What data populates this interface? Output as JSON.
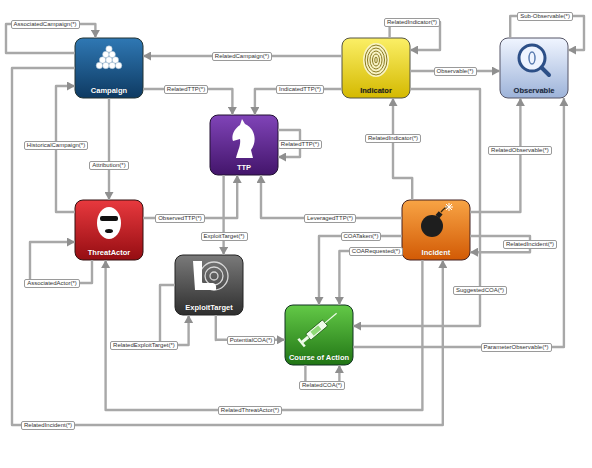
{
  "diagram": {
    "nodes": [
      {
        "text": [
          "Campaign"
        ]
      },
      {
        "text": [
          "Indicator"
        ]
      },
      {
        "text": [
          "Observable"
        ]
      },
      {
        "text": [
          "TTP"
        ]
      },
      {
        "text": [
          "ThreatActor"
        ]
      },
      {
        "text": [
          "Incident"
        ]
      },
      {
        "text": [
          "ExploitTarget"
        ]
      },
      {
        "text": [
          "Course of Action"
        ]
      }
    ],
    "edges": [
      {
        "from": 0,
        "to": 0,
        "label": "AssociatedCampaign(*)",
        "arrow": "to"
      },
      {
        "from": 1,
        "to": 0,
        "label": "RelatedCampaign(*)",
        "arrow": "to"
      },
      {
        "from": 1,
        "to": 1,
        "label": "RelatedIndicator(*)",
        "arrow": "to"
      },
      {
        "from": 1,
        "to": 2,
        "label": "Observable(*)",
        "arrow": "to"
      },
      {
        "from": 2,
        "to": 2,
        "label": "Sub-Observable(*)",
        "arrow": "to"
      },
      {
        "from": 0,
        "to": 3,
        "label": "RelatedTTP(*)",
        "arrow": "to"
      },
      {
        "from": 1,
        "to": 3,
        "label": "IndicatedTTP(*)",
        "arrow": "to"
      },
      {
        "from": 3,
        "to": 3,
        "label": "RelatedTTP(*)",
        "arrow": "to"
      },
      {
        "from": 0,
        "to": 4,
        "label": "Attribution(*)",
        "arrow": "to"
      },
      {
        "from": 4,
        "to": 0,
        "label": "HistoricalCampaign(*)",
        "arrow": "to"
      },
      {
        "from": 4,
        "to": 4,
        "label": "AssociatedActor(*)",
        "arrow": "to"
      },
      {
        "from": 4,
        "to": 3,
        "label": "ObservedTTP(*)",
        "arrow": "to"
      },
      {
        "from": 5,
        "to": 1,
        "label": "RelatedIndicator(*)",
        "arrow": "to"
      },
      {
        "from": 5,
        "to": 2,
        "label": "RelatedObservable(*)",
        "arrow": "to"
      },
      {
        "from": 5,
        "to": 5,
        "label": "RelatedIncident(*)",
        "arrow": "to"
      },
      {
        "from": 5,
        "to": 3,
        "label": "LeveragedTTP(*)",
        "arrow": "to"
      },
      {
        "from": 3,
        "to": 6,
        "label": "ExploitTarget(*)",
        "arrow": "to"
      },
      {
        "from": 5,
        "to": 7,
        "label": "COATaken(*)",
        "arrow": "to"
      },
      {
        "from": 5,
        "to": 7,
        "label": "COARequested(*)",
        "arrow": "to"
      },
      {
        "from": 6,
        "to": 6,
        "label": "RelatedExploitTarget(*)",
        "arrow": "to"
      },
      {
        "from": 6,
        "to": 7,
        "label": "PotentialCOA(*)",
        "arrow": "to"
      },
      {
        "from": 7,
        "to": 7,
        "label": "RelatedCOA(*)",
        "arrow": "to"
      },
      {
        "from": 1,
        "to": 7,
        "label": "SuggestedCOA(*)",
        "arrow": "to"
      },
      {
        "from": 7,
        "to": 2,
        "label": "ParameterObservable(*)",
        "arrow": "to"
      },
      {
        "from": 5,
        "to": 4,
        "label": "RelatedThreatActor(*)",
        "arrow": "to"
      },
      {
        "from": 0,
        "to": 5,
        "label": "RelatedIncident(*)",
        "arrow": "to"
      }
    ]
  }
}
